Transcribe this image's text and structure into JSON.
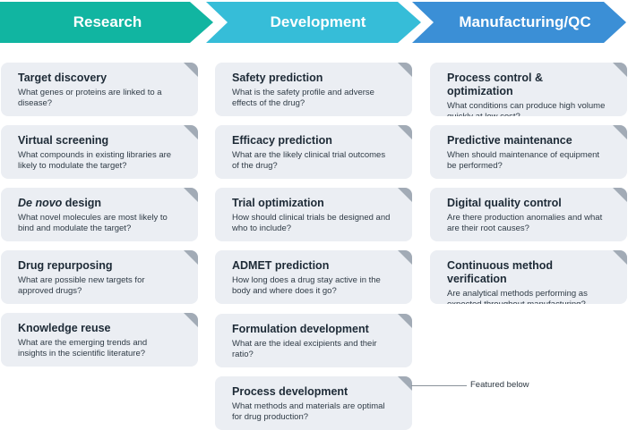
{
  "stages": [
    {
      "label": "Research",
      "color": "#11b5a1"
    },
    {
      "label": "Development",
      "color": "#36bdd8"
    },
    {
      "label": "Manufacturing/QC",
      "color": "#3b8fd6"
    }
  ],
  "columns": [
    {
      "cards": [
        {
          "title": "Target discovery",
          "desc": "What genes or proteins are linked to a disease?"
        },
        {
          "title": "Virtual screening",
          "desc": "What compounds in existing libraries are likely to modulate the target?"
        },
        {
          "title_italic": "De novo",
          "title_rest": " design",
          "desc": "What novel molecules are most likely to bind and modulate the target?"
        },
        {
          "title": "Drug repurposing",
          "desc": "What are possible new targets for approved drugs?"
        },
        {
          "title": "Knowledge reuse",
          "desc": "What are the emerging trends and insights in the scientific literature?"
        }
      ]
    },
    {
      "cards": [
        {
          "title": "Safety prediction",
          "desc": "What is the safety profile and adverse effects of the drug?"
        },
        {
          "title": "Efficacy prediction",
          "desc": "What are the likely clinical trial outcomes of the drug?"
        },
        {
          "title": "Trial optimization",
          "desc": "How should clinical trials be designed and who to include?"
        },
        {
          "title": "ADMET prediction",
          "desc": "How long does a drug stay active in the body and where does it go?"
        },
        {
          "title": "Formulation development",
          "desc": "What are the ideal excipients and their ratio?"
        },
        {
          "title": "Process development",
          "desc": "What methods and materials are optimal for drug production?"
        }
      ]
    },
    {
      "cards": [
        {
          "title": "Process control & optimization",
          "desc": "What conditions can produce high volume quickly at low cost?"
        },
        {
          "title": "Predictive maintenance",
          "desc": "When should maintenance of equipment be performed?"
        },
        {
          "title": "Digital quality control",
          "desc": "Are there production anomalies and what are their root causes?"
        },
        {
          "title": "Continuous method verification",
          "desc": "Are analytical methods performing as expected throughout manufacturing?"
        }
      ]
    }
  ],
  "callout": "Featured below"
}
